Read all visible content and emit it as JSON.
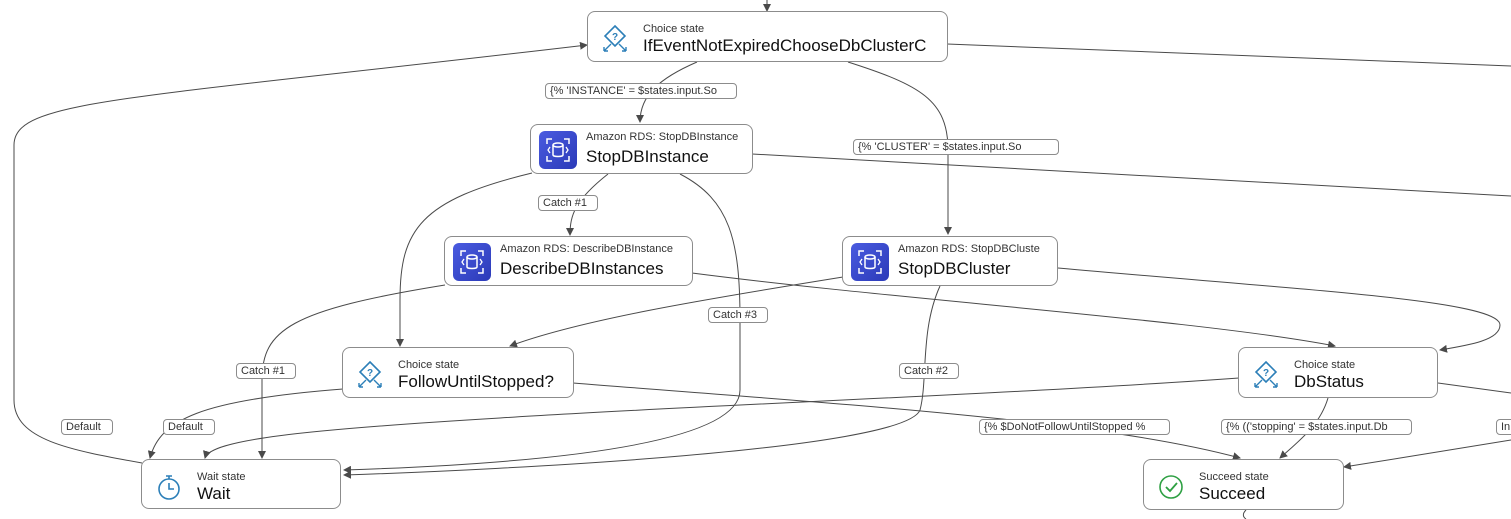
{
  "nodes": {
    "if_event": {
      "type": "Choice state",
      "name": "IfEventNotExpiredChooseDbClusterC",
      "icon": "choice-icon"
    },
    "stop_instance": {
      "type": "Amazon RDS: StopDBInstance",
      "name": "StopDBInstance",
      "icon": "rds-icon"
    },
    "describe_instances": {
      "type": "Amazon RDS: DescribeDBInstance",
      "name": "DescribeDBInstances",
      "icon": "rds-icon"
    },
    "stop_cluster": {
      "type": "Amazon RDS: StopDBCluste",
      "name": "StopDBCluster",
      "icon": "rds-icon"
    },
    "follow_until_stopped": {
      "type": "Choice state",
      "name": "FollowUntilStopped?",
      "icon": "choice-icon"
    },
    "db_status": {
      "type": "Choice state",
      "name": "DbStatus",
      "icon": "choice-icon"
    },
    "wait": {
      "type": "Wait state",
      "name": "Wait",
      "icon": "stopwatch-icon"
    },
    "succeed": {
      "type": "Succeed state",
      "name": "Succeed",
      "icon": "check-circle-icon"
    }
  },
  "edge_labels": {
    "instance_condition": "{% 'INSTANCE' = $states.input.So",
    "cluster_condition": "{% 'CLUSTER' = $states.input.So",
    "catch_1_describe": "Catch #1",
    "catch_3": "Catch #3",
    "catch_1_wait": "Catch #1",
    "catch_2": "Catch #2",
    "default_if_event": "Default",
    "default_follow": "Default",
    "do_not_follow": "{% $DoNotFollowUntilStopped %",
    "stopping_condition": "{% (('stopping' = $states.input.Db",
    "partial_right": "In"
  },
  "colors": {
    "edge": "#4a4a4a",
    "node_border": "#8c8c8c",
    "choice_icon": "#2c7fb8",
    "rds_icon_bg": "#3b4bd0",
    "succeed_icon": "#2ea043"
  }
}
